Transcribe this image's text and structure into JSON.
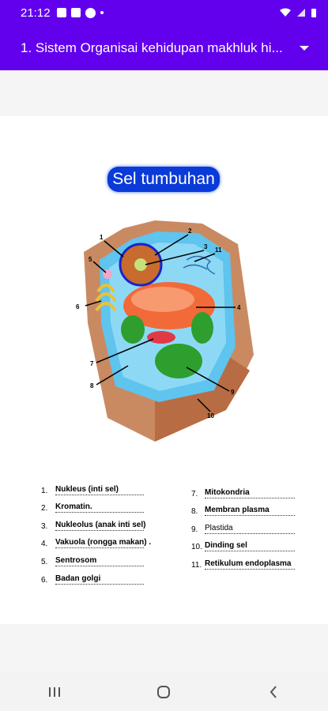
{
  "status_bar": {
    "time": "21:12"
  },
  "toolbar": {
    "title": "1. Sistem Organisai kehidupan makhluk hi..."
  },
  "content": {
    "heading": "Sel tumbuhan",
    "diagram_numbers": [
      "1",
      "2",
      "3",
      "11",
      "5",
      "4",
      "6",
      "7",
      "8",
      "9",
      "10"
    ],
    "labels_left": [
      {
        "num": "1.",
        "text": "Nukleus (inti sel)"
      },
      {
        "num": "2.",
        "text": "Kromatin."
      },
      {
        "num": "3.",
        "text": "Nukleolus (anak inti sel)"
      },
      {
        "num": "4.",
        "text": "Vakuola (rongga makan) ."
      },
      {
        "num": "5.",
        "text": "Sentrosom"
      },
      {
        "num": "6.",
        "text": "Badan golgi"
      }
    ],
    "labels_right": [
      {
        "num": "7.",
        "text": "Mitokondria"
      },
      {
        "num": "8.",
        "text": "Membran plasma"
      },
      {
        "num": "9.",
        "text": "Plastida"
      },
      {
        "num": "10.",
        "text": "Dinding sel"
      },
      {
        "num": "11.",
        "text": "Retikulum endoplasma"
      }
    ]
  },
  "colors": {
    "primary": "#6200ee",
    "heading_pill": "#0a3ad8",
    "cell_wall": "#c07a55",
    "cytoplasm": "#5fc4ee",
    "vacuole": "#f26a38",
    "chloroplast": "#2e9e2e"
  }
}
